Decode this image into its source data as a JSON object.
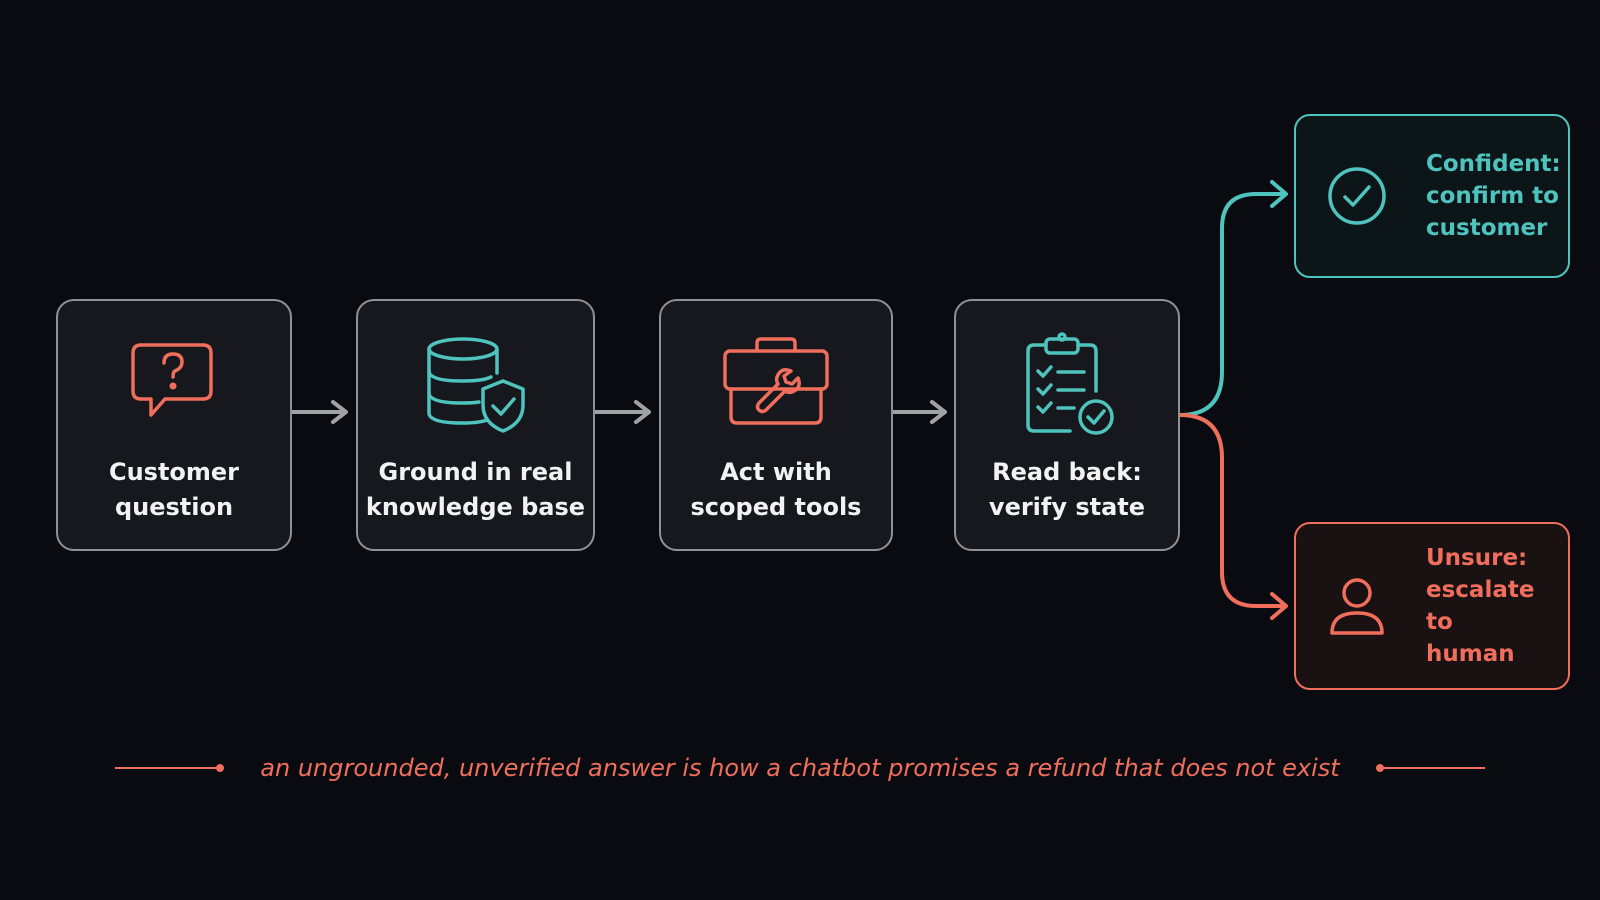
{
  "colors": {
    "teal": "#4fc3bd",
    "coral": "#f06e5c",
    "node_border": "#8f9196",
    "arrow": "#a0a2a6",
    "background": "#0a0b10"
  },
  "steps": [
    {
      "icon": "question-speech-bubble-icon",
      "label_lines": [
        "Customer",
        "question"
      ]
    },
    {
      "icon": "database-shield-icon",
      "label_lines": [
        "Ground in real",
        "knowledge base"
      ]
    },
    {
      "icon": "toolbox-wrench-icon",
      "label_lines": [
        "Act with",
        "scoped tools"
      ]
    },
    {
      "icon": "clipboard-checklist-icon",
      "label_lines": [
        "Read back:",
        "verify state"
      ]
    }
  ],
  "outcomes": {
    "confident": {
      "icon": "check-circle-icon",
      "label_lines": [
        "Confident:",
        "confirm to",
        "customer"
      ]
    },
    "unsure": {
      "icon": "person-icon",
      "label_lines": [
        "Unsure:",
        "escalate to",
        "human"
      ]
    }
  },
  "caption": "an ungrounded, unverified answer is how a chatbot promises a refund that does not exist"
}
